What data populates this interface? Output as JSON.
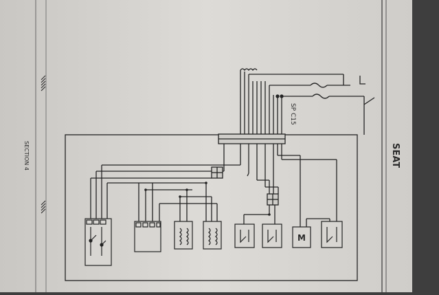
{
  "page": {
    "heading": "SEAT",
    "section_label": "SECTION 4",
    "component_label": "SP C15",
    "motor_symbol": "M",
    "ground_symbol": "⏚",
    "colors": {
      "background": "#3e3e3e",
      "paper": "#d6d4d0",
      "line": "#222222",
      "text": "#2a2a2a"
    }
  }
}
